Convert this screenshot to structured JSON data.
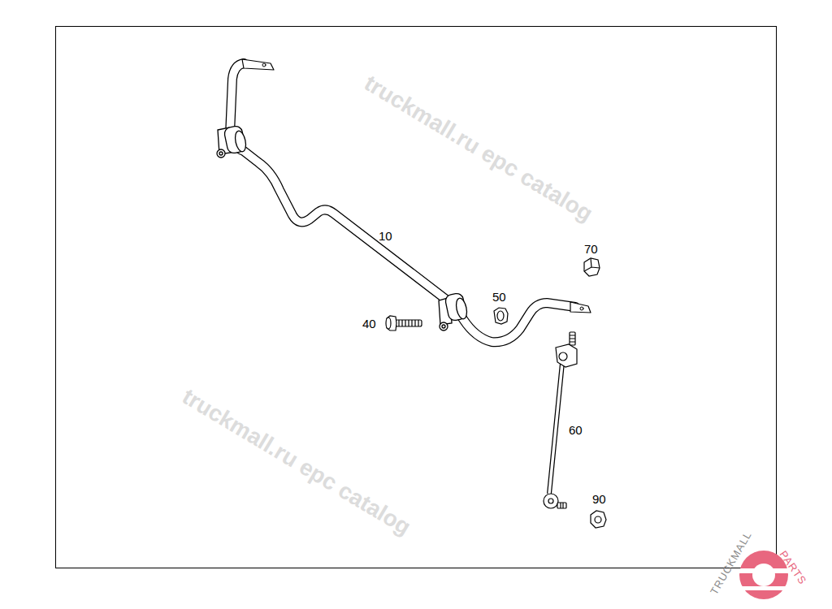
{
  "diagram": {
    "labels": [
      "truckmall.ru epc catalog",
      "truckmall.ru epc catalog",
      "10",
      "40",
      "50",
      "60",
      "70",
      "90",
      "TRUCKMALL",
      "PARTS"
    ]
  }
}
